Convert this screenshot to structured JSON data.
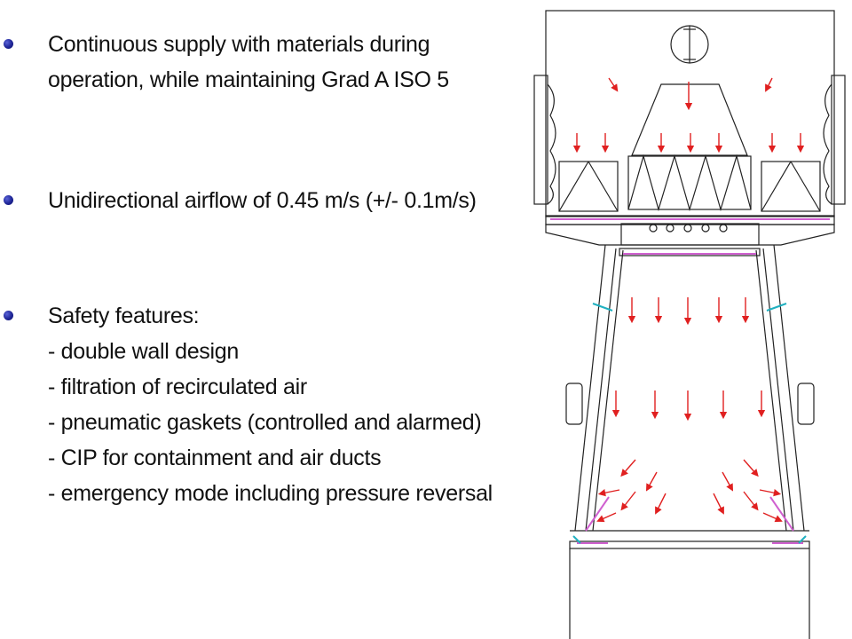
{
  "bullets": [
    {
      "lines": [
        "Continuous supply with materials during",
        "operation, while maintaining Grad A ISO 5"
      ]
    },
    {
      "lines": [
        "Unidirectional airflow of 0.45 m/s (+/- 0.1m/s)"
      ]
    },
    {
      "lines": [
        "Safety features:",
        "- double wall design",
        "- filtration of recirculated air",
        "- pneumatic gaskets (controlled and alarmed)",
        "- CIP for containment and air ducts",
        "- emergency mode including pressure reversal"
      ]
    }
  ],
  "colors": {
    "bullet": "#1e2596",
    "text": "#111111",
    "diagram_line": "#222222",
    "airflow_arrow": "#e02020",
    "gasket": "#d060d0",
    "seal": "#20b0c0"
  },
  "diagram": {
    "type": "isolator-cross-section",
    "arrows_direction": "downward-unidirectional",
    "icons": [
      "fan-icon",
      "hepa-filter-icon",
      "glove-port-icon",
      "nozzle-icon"
    ]
  }
}
